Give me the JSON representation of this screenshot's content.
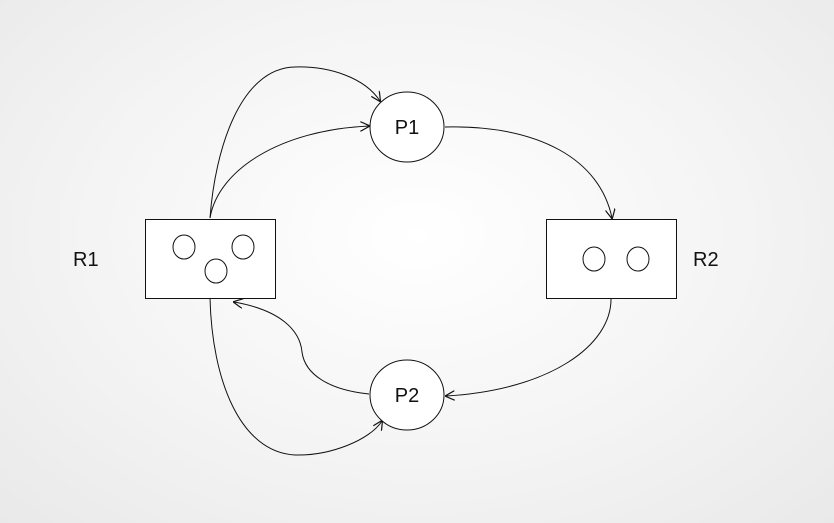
{
  "colors": {
    "stroke": "#111111",
    "fill": "#ffffff",
    "background": "#f2f2f2"
  },
  "processes": [
    {
      "id": "P1",
      "label": "P1"
    },
    {
      "id": "P2",
      "label": "P2"
    }
  ],
  "resources": [
    {
      "id": "R1",
      "label": "R1",
      "instances": 3
    },
    {
      "id": "R2",
      "label": "R2",
      "instances": 2
    }
  ],
  "edges": [
    {
      "from": "R1",
      "to": "P1",
      "kind": "assignment"
    },
    {
      "from": "R1",
      "to": "P1",
      "kind": "assignment"
    },
    {
      "from": "P1",
      "to": "R2",
      "kind": "request"
    },
    {
      "from": "R2",
      "to": "P2",
      "kind": "assignment"
    },
    {
      "from": "P2",
      "to": "R1",
      "kind": "request"
    },
    {
      "from": "R1",
      "to": "P2",
      "kind": "assignment"
    }
  ]
}
